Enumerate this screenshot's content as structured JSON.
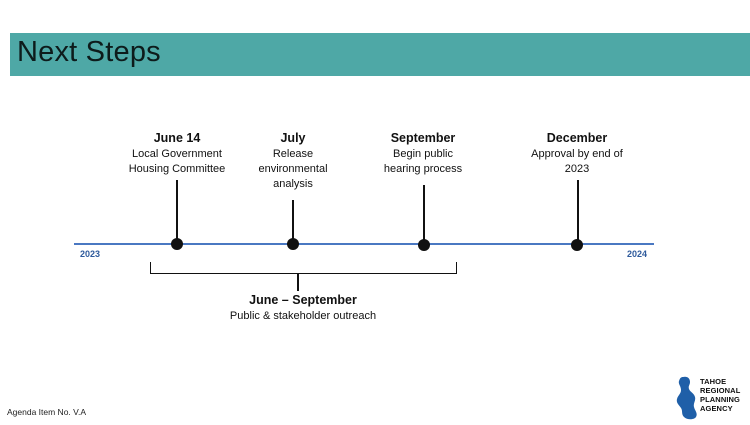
{
  "header": {
    "title": "Next Steps"
  },
  "timeline": {
    "start_label": "2023",
    "end_label": "2024",
    "milestones": [
      {
        "title": "June 14",
        "desc_lines": [
          "Local Government",
          "Housing Committee"
        ]
      },
      {
        "title": "July",
        "desc_lines": [
          "Release",
          "environmental",
          "analysis"
        ]
      },
      {
        "title": "September",
        "desc_lines": [
          "Begin public",
          "hearing process"
        ]
      },
      {
        "title": "December",
        "desc_lines": [
          "Approval by end of",
          "2023"
        ]
      }
    ],
    "range": {
      "title": "June – September",
      "desc": "Public & stakeholder outreach"
    }
  },
  "footer": {
    "agenda": "Agenda Item No. V.A"
  },
  "logo": {
    "lines": [
      "TAHOE",
      "REGIONAL",
      "PLANNING",
      "AGENCY"
    ],
    "color": "#1f5fa8"
  },
  "colors": {
    "header_bg": "#4ea8a6",
    "axis": "#4a78c2",
    "year_text": "#2e5a9c"
  }
}
